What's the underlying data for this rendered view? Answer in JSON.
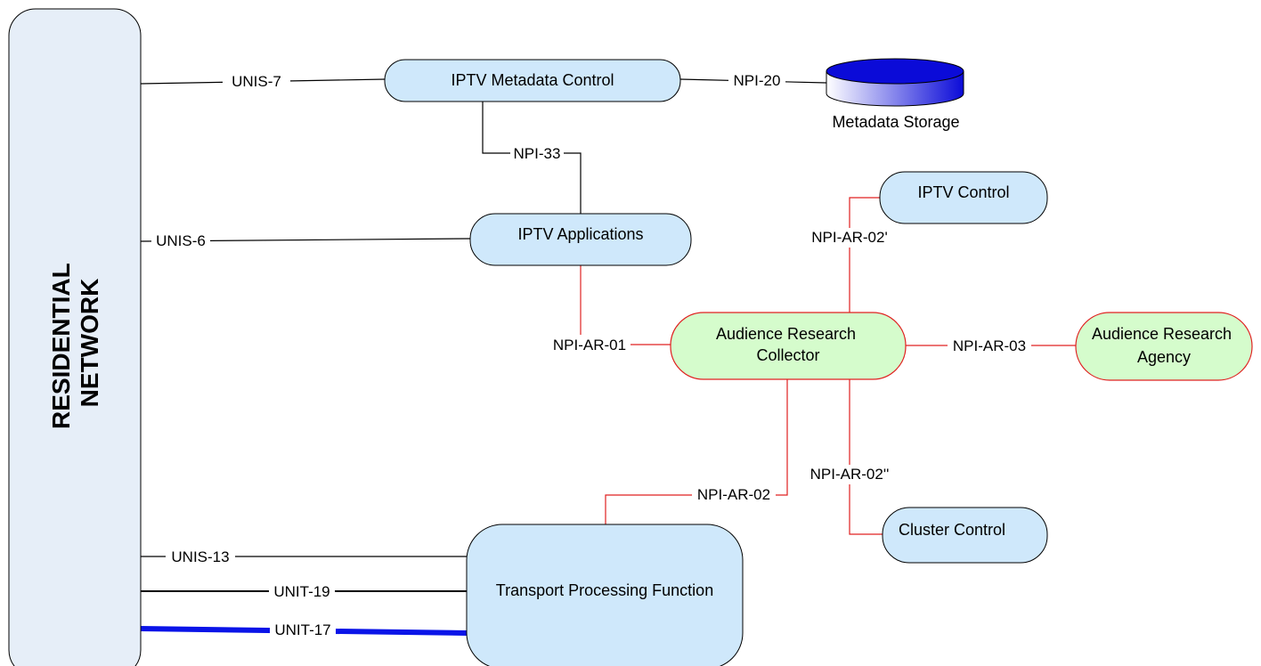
{
  "residential_network": {
    "line1": "RESIDENTIAL",
    "line2": "NETWORK"
  },
  "nodes": {
    "metadata_control": "IPTV Metadata Control",
    "metadata_storage": "Metadata Storage",
    "iptv_applications": "IPTV Applications",
    "iptv_control": "IPTV Control",
    "arc_line1": "Audience Research",
    "arc_line2": "Collector",
    "ara_line1": "Audience Research",
    "ara_line2": "Agency",
    "cluster_control": "Cluster Control",
    "transport_processing": "Transport Processing Function"
  },
  "interfaces": {
    "unis7": "UNIS-7",
    "npi20": "NPI-20",
    "npi33": "NPI-33",
    "unis6": "UNIS-6",
    "npi_ar_02p": "NPI-AR-02'",
    "npi_ar_01": "NPI-AR-01",
    "npi_ar_03": "NPI-AR-03",
    "npi_ar_02pp": "NPI-AR-02''",
    "npi_ar_02": "NPI-AR-02",
    "unis13": "UNIS-13",
    "unit19": "UNIT-19",
    "unit17": "UNIT-17"
  },
  "colors": {
    "blue_fill": "#cfe8fb",
    "green_fill": "#d5fccc",
    "red_line": "#e02020",
    "black_line": "#000000",
    "thick_line": "#0a14e8",
    "residential_fill": "#e6eef8",
    "storage_blue": "#0b0bd8"
  }
}
